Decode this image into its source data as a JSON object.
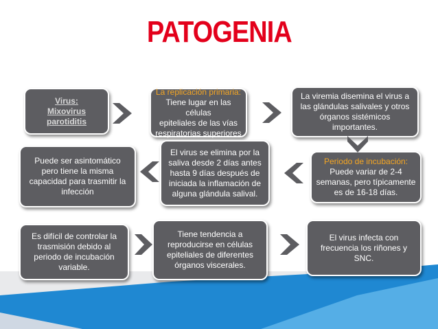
{
  "title": "PATOGENIA",
  "colors": {
    "title": "#e3001b",
    "box_fill": "#5d5d61",
    "accent_text": "#f5a623",
    "arrow": "#5d5d61",
    "bg_blue": "#1f88d2",
    "bg_light": "#e9eaec"
  },
  "boxes": {
    "b1": {
      "lines": [
        "Virus:",
        "Mixovirus",
        "parotiditis"
      ]
    },
    "b2": {
      "heading": "La replicación primaria:",
      "lines": [
        "Tiene lugar en las células",
        "epiteliales de las vías",
        "respiratorias superiores"
      ]
    },
    "b3": {
      "lines": [
        "La viremia disemina el virus a",
        "las glándulas salivales y otros",
        "órganos sistémicos",
        "importantes."
      ]
    },
    "b4": {
      "heading": "Periodo de incubación:",
      "lines": [
        "Puede variar de 2-4",
        "semanas, pero típicamente",
        "es de 16-18 días."
      ]
    },
    "b5": {
      "lines": [
        "El virus se elimina por la",
        "saliva  desde 2 días antes",
        "hasta 9 días después de",
        "iniciada la inflamación de",
        "alguna glándula salival."
      ]
    },
    "b6": {
      "lines": [
        "Puede ser asintomático",
        "pero tiene la misma",
        "capacidad para trasmitir la",
        "infección"
      ]
    },
    "b7": {
      "lines": [
        "Es difícil de controlar la",
        "trasmisión debido al",
        "periodo de incubación",
        "variable."
      ]
    },
    "b8": {
      "lines": [
        "Tiene tendencia a",
        "reproducirse en células",
        "epiteliales de diferentes",
        "órganos viscerales."
      ]
    },
    "b9": {
      "lines": [
        "El virus infecta con",
        "frecuencia los riñones  y",
        "SNC."
      ]
    }
  }
}
